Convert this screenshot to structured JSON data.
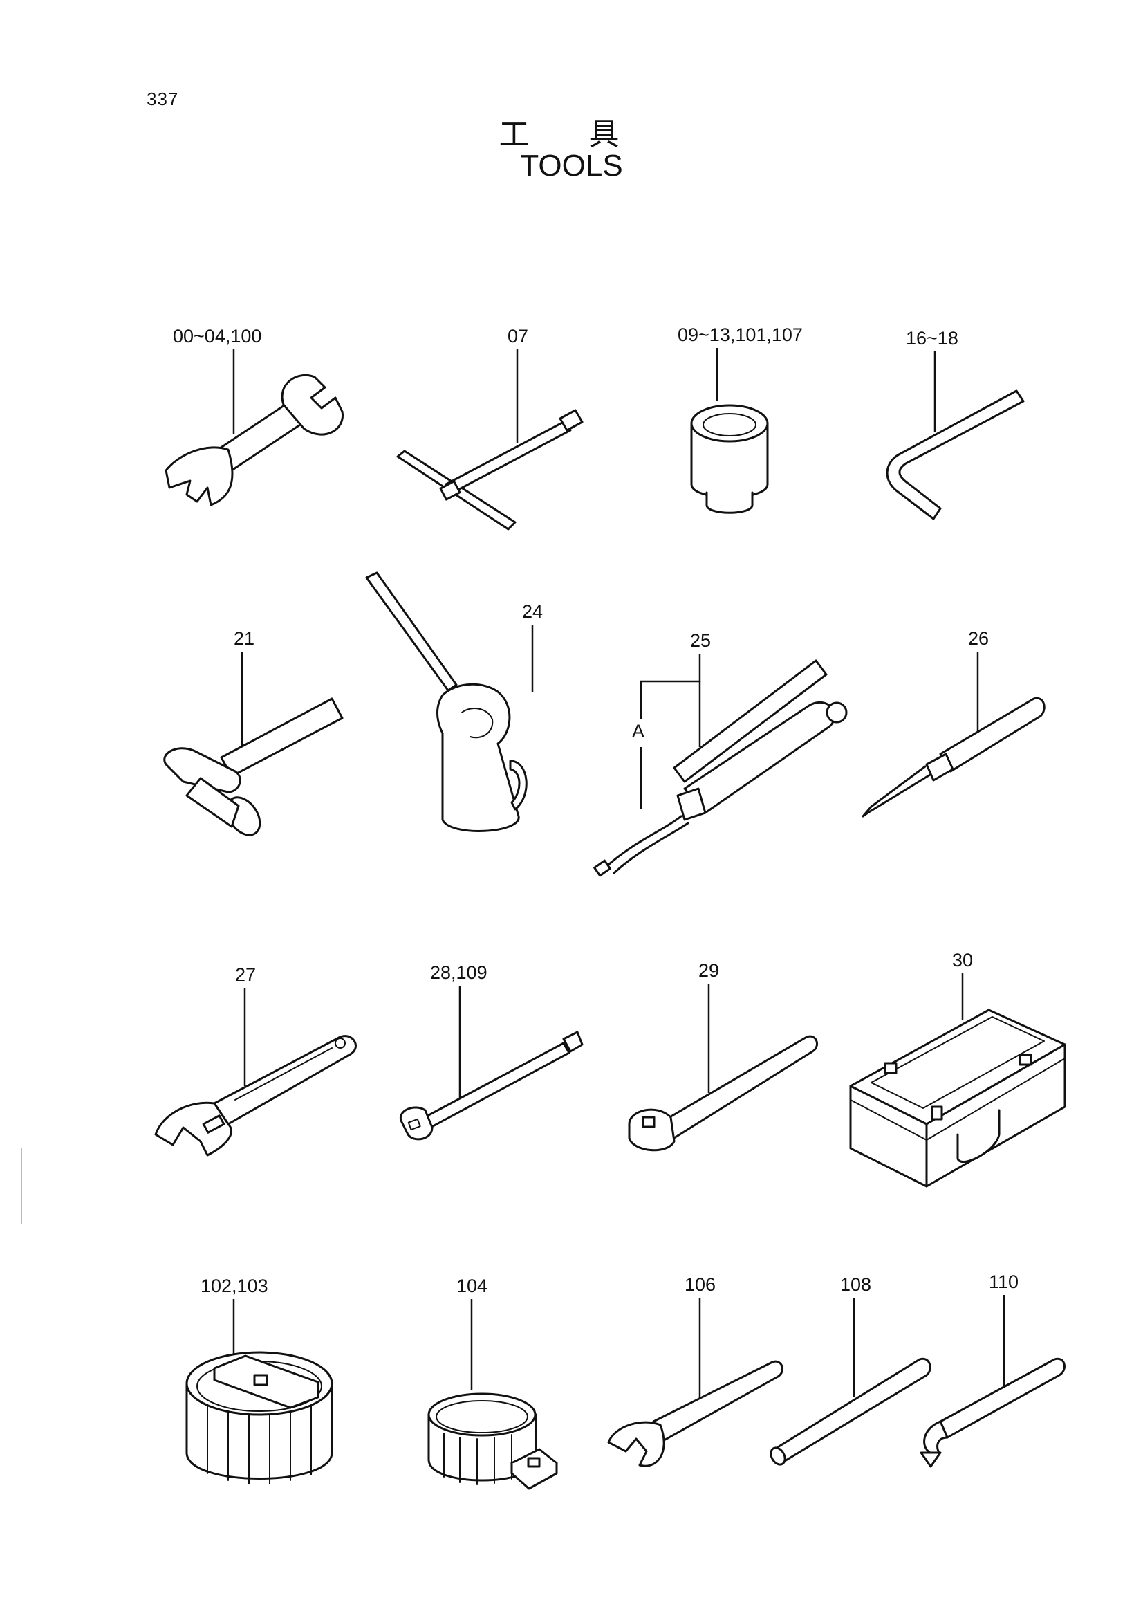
{
  "page_number": "337",
  "title_jp": "工 具",
  "title_en": "TOOLS",
  "callouts": {
    "spanner": "00~04,100",
    "t_wrench": "07",
    "socket": "09~13,101,107",
    "hex_key": "16~18",
    "hammer": "21",
    "oil_can": "24",
    "grease_gun": "25",
    "grease_gun_sub": "A",
    "screwdriver": "26",
    "adjustable_wrench": "27",
    "extension_bar": "28,109",
    "ratchet_handle": "29",
    "tool_box": "30",
    "filter_wrench_large": "102,103",
    "filter_wrench_small": "104",
    "open_wrench": "106",
    "bar": "108",
    "bent_key": "110"
  }
}
